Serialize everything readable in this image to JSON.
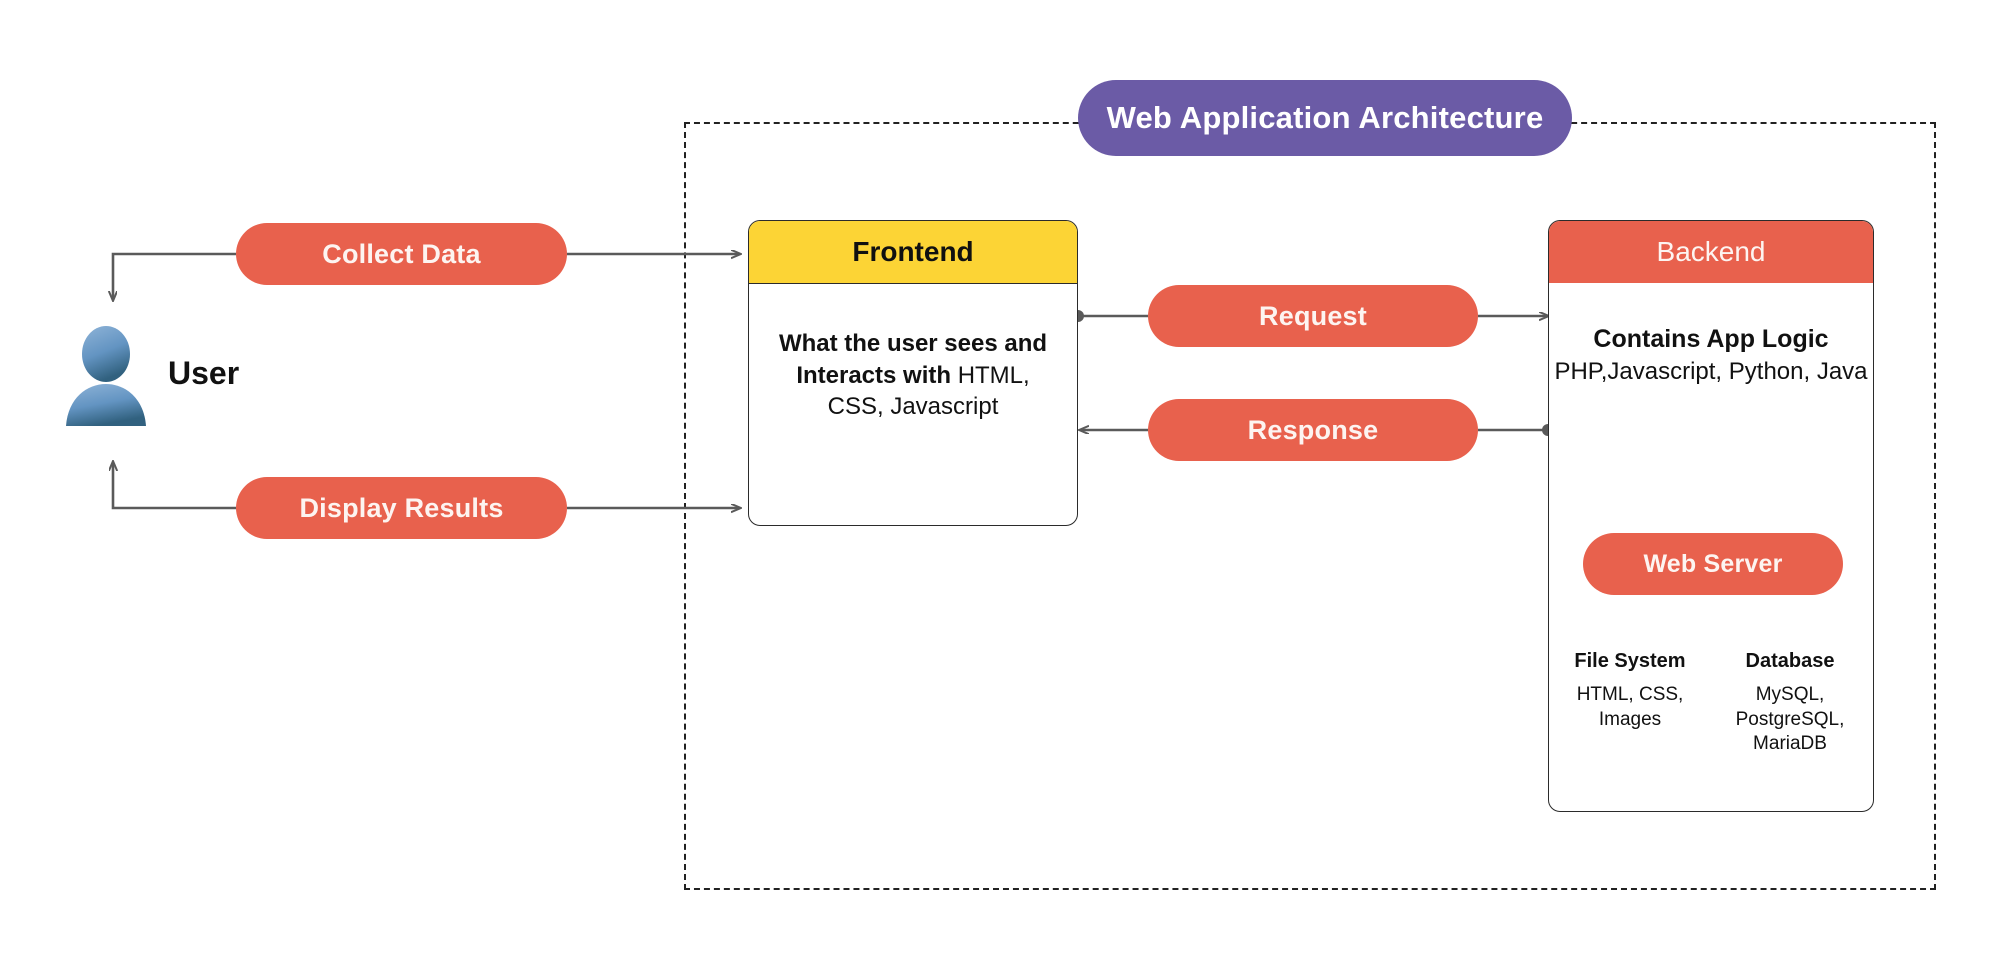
{
  "diagram": {
    "title": "Web Application Architecture",
    "user": {
      "label": "User",
      "icon": "user-avatar-icon"
    },
    "flow_pills": [
      {
        "id": "collect-data",
        "label": "Collect Data"
      },
      {
        "id": "display-results",
        "label": "Display Results"
      },
      {
        "id": "request",
        "label": "Request"
      },
      {
        "id": "response",
        "label": "Response"
      }
    ],
    "frontend": {
      "header": "Frontend",
      "body_bold": "What the user sees and Interacts with",
      "body_normal": "HTML, CSS, Javascript"
    },
    "backend": {
      "header": "Backend",
      "logic_title": "Contains App Logic",
      "languages": "PHP,Javascript, Python, Java",
      "web_server": "Web Server",
      "columns": [
        {
          "title": "File System",
          "items": "HTML, CSS, Images"
        },
        {
          "title": "Database",
          "items": "MySQL, PostgreSQL, MariaDB"
        }
      ]
    },
    "colors": {
      "coral": "#E8614D",
      "yellow": "#FCD435",
      "purple": "#6B5BA6",
      "connector": "#5a5a5a",
      "boundary": "#222222",
      "user_blue": "#5b8ec4"
    }
  }
}
